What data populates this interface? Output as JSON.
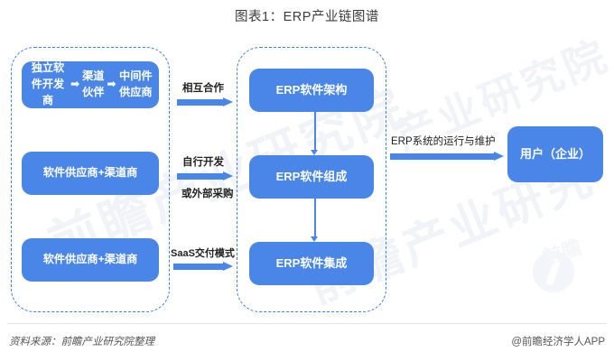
{
  "chart_data": {
    "type": "diagram",
    "title": "图表1：ERP产业链图谱",
    "nodes": [
      {
        "id": "lbox1",
        "label": "独立软件开发商 ➡ 渠道伙伴 ➡ 中间件供应商",
        "group": "upstream"
      },
      {
        "id": "lbox2",
        "label": "软件供应商+渠道商",
        "group": "upstream"
      },
      {
        "id": "lbox3",
        "label": "软件供应商+渠道商",
        "group": "upstream"
      },
      {
        "id": "mbox1",
        "label": "ERP软件架构",
        "group": "midstream"
      },
      {
        "id": "mbox2",
        "label": "ERP软件组成",
        "group": "midstream"
      },
      {
        "id": "mbox3",
        "label": "ERP软件集成",
        "group": "midstream"
      },
      {
        "id": "user",
        "label": "用户（企业）",
        "group": "downstream"
      }
    ],
    "edges": [
      {
        "from": "lbox1",
        "to": "mbox1",
        "label": "相互合作"
      },
      {
        "from": "lbox2",
        "to": "mbox2",
        "label": "自行开发 或外部采购"
      },
      {
        "from": "lbox3",
        "to": "mbox3",
        "label": "SaaS交付模式"
      },
      {
        "from": "mbox2",
        "to": "user",
        "label": "ERP系统的运行与维护"
      },
      {
        "from": "mbox1",
        "to": "mbox2",
        "label": ""
      },
      {
        "from": "mbox2",
        "to": "mbox3",
        "label": ""
      }
    ],
    "accent_color": "#4a86e8",
    "dashed_border_color": "#3f7fe0"
  },
  "title": "图表1：ERP产业链图谱",
  "left_group": {
    "box1": {
      "part1": "独立软件开发商",
      "arrow1": "➡",
      "part2": "渠道伙伴",
      "arrow2": "➡",
      "part3": "中间件供应商"
    },
    "box2": "软件供应商+渠道商",
    "box3": "软件供应商+渠道商"
  },
  "connectors": {
    "label1": "相互合作",
    "label2_top": "自行开发",
    "label2_bottom": "或外部采购",
    "label3": "SaaS交付模式",
    "label4": "ERP系统的运行与维护"
  },
  "mid_group": {
    "box1": "ERP软件架构",
    "box2": "ERP软件组成",
    "box3": "ERP软件集成"
  },
  "right_group": {
    "user_box": "用户（企业）"
  },
  "watermark": {
    "text1": "前瞻产业研究院",
    "text2": "前瞻产业研究",
    "text3": "产业研究院",
    "brand": "前瞻"
  },
  "footer": {
    "source": "资料来源：前瞻产业研究院整理",
    "credit": "@前瞻经济学人APP"
  }
}
